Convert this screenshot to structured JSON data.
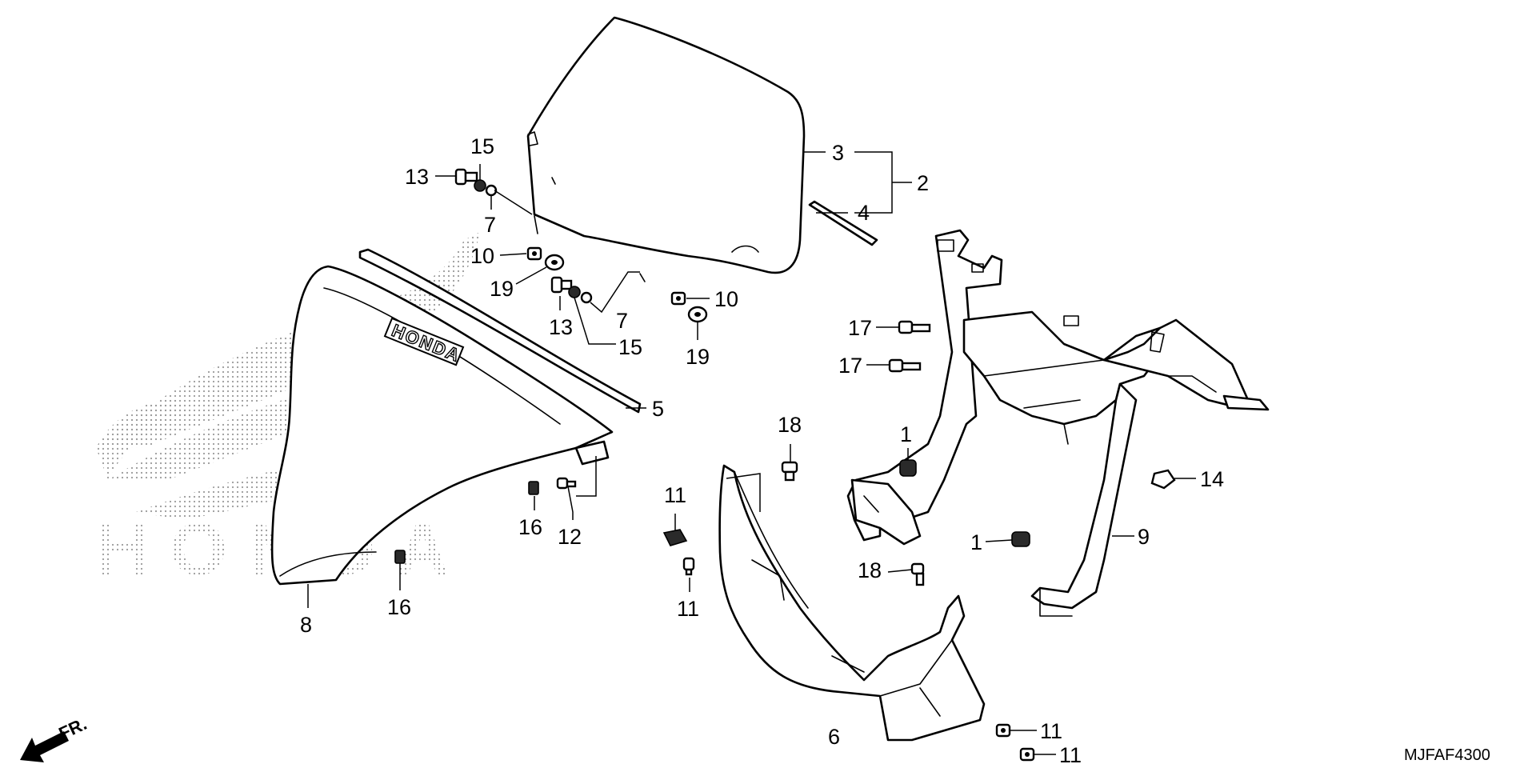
{
  "diagram": {
    "code": "MJFAF4300",
    "front_arrow": "FR.",
    "emblem_text": "HONDA",
    "watermark_text": "HONDA",
    "callouts": [
      {
        "id": "c1a",
        "text": "1"
      },
      {
        "id": "c1b",
        "text": "1"
      },
      {
        "id": "c2",
        "text": "2"
      },
      {
        "id": "c3",
        "text": "3"
      },
      {
        "id": "c4",
        "text": "4"
      },
      {
        "id": "c5",
        "text": "5"
      },
      {
        "id": "c6",
        "text": "6"
      },
      {
        "id": "c7a",
        "text": "7"
      },
      {
        "id": "c7b",
        "text": "7"
      },
      {
        "id": "c8",
        "text": "8"
      },
      {
        "id": "c9",
        "text": "9"
      },
      {
        "id": "c10a",
        "text": "10"
      },
      {
        "id": "c10b",
        "text": "10"
      },
      {
        "id": "c11a",
        "text": "11"
      },
      {
        "id": "c11b",
        "text": "11"
      },
      {
        "id": "c11c",
        "text": "11"
      },
      {
        "id": "c11d",
        "text": "11"
      },
      {
        "id": "c12",
        "text": "12"
      },
      {
        "id": "c13a",
        "text": "13"
      },
      {
        "id": "c13b",
        "text": "13"
      },
      {
        "id": "c14",
        "text": "14"
      },
      {
        "id": "c15a",
        "text": "15"
      },
      {
        "id": "c15b",
        "text": "15"
      },
      {
        "id": "c16a",
        "text": "16"
      },
      {
        "id": "c16b",
        "text": "16"
      },
      {
        "id": "c17a",
        "text": "17"
      },
      {
        "id": "c17b",
        "text": "17"
      },
      {
        "id": "c18a",
        "text": "18"
      },
      {
        "id": "c18b",
        "text": "18"
      },
      {
        "id": "c19a",
        "text": "19"
      },
      {
        "id": "c19b",
        "text": "19"
      }
    ]
  }
}
